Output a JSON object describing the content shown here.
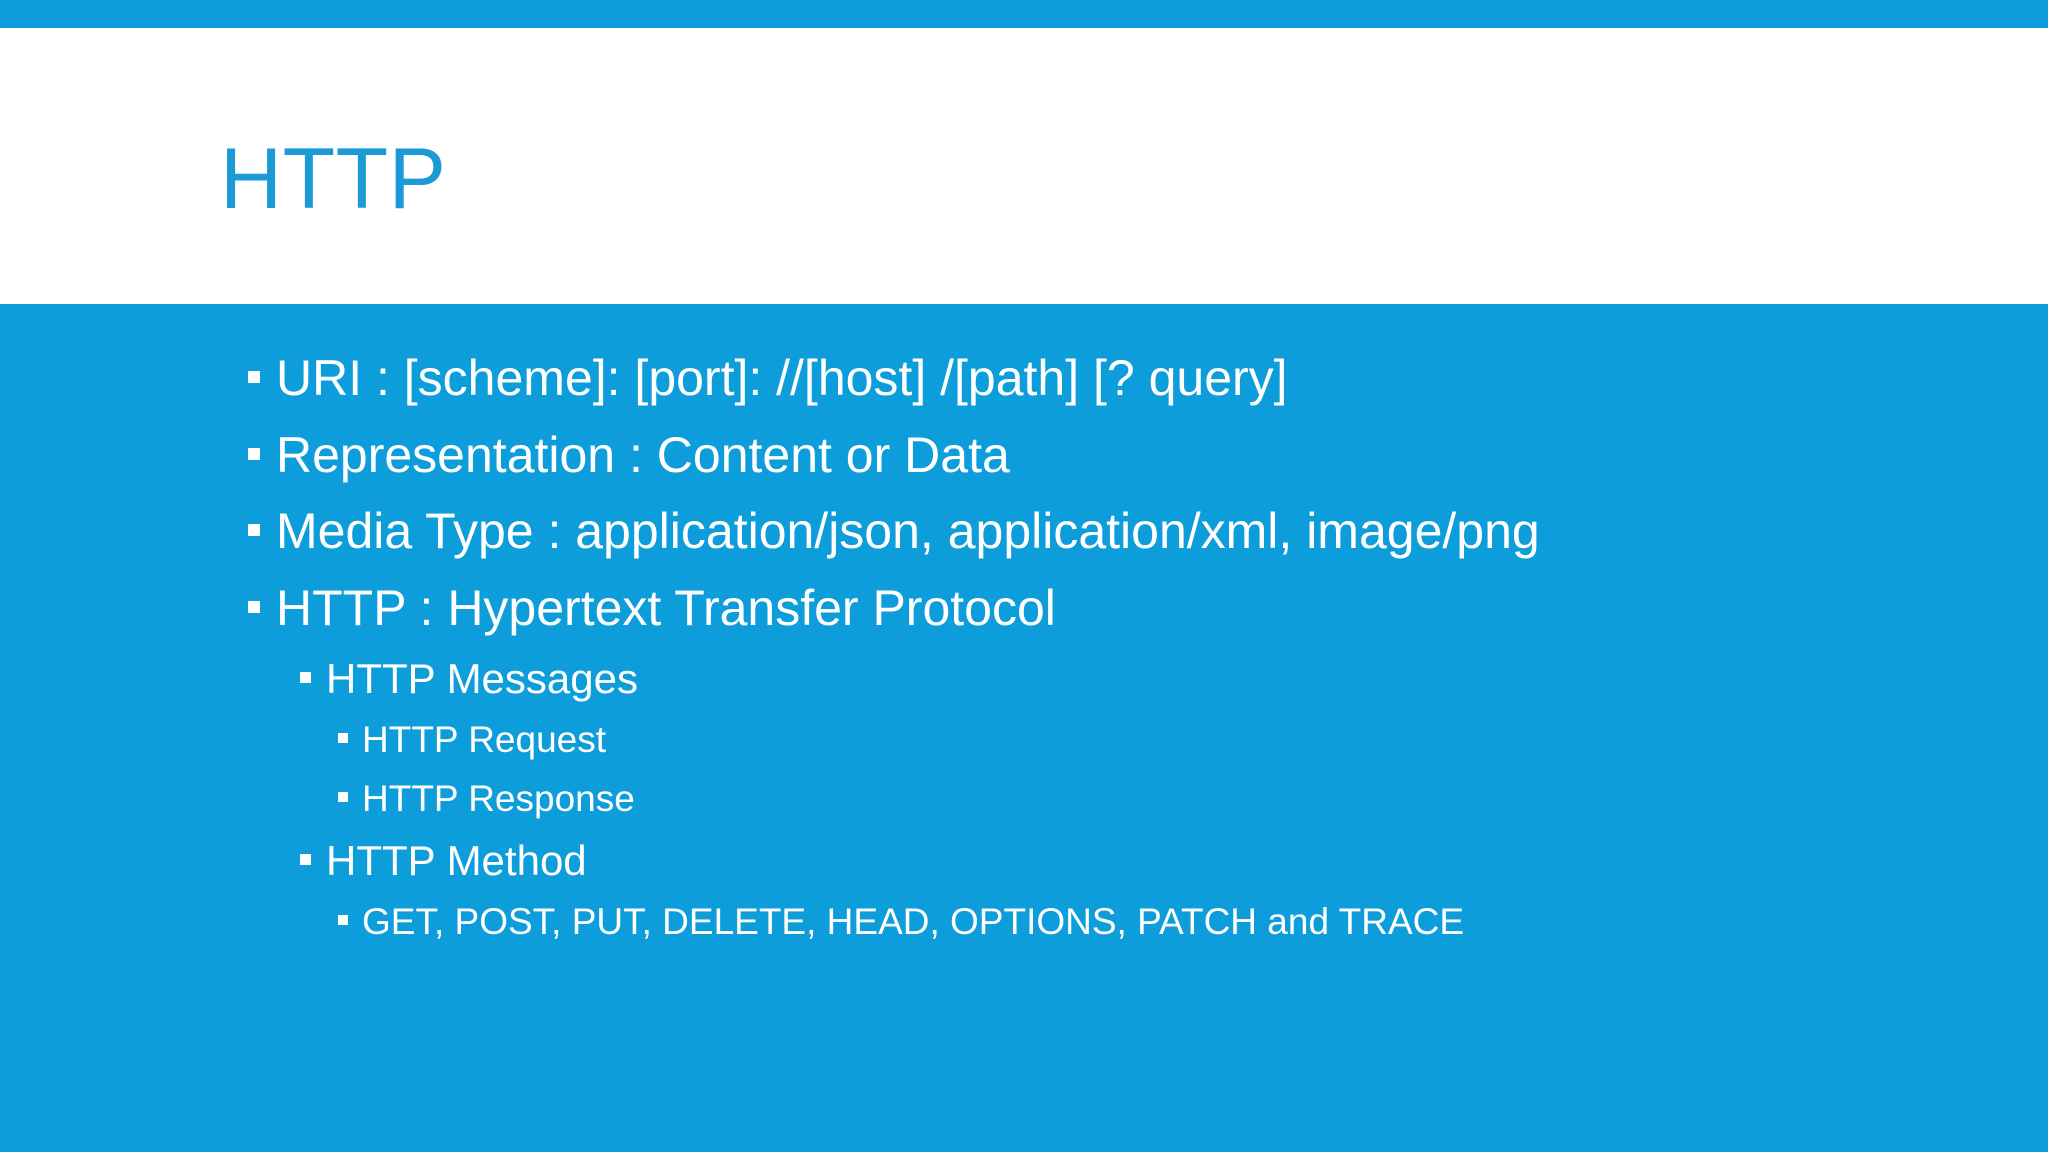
{
  "slide": {
    "title": "HTTP",
    "colors": {
      "accent_blue": "#0d9ddb",
      "title_blue": "#1b9ad6",
      "body_background": "#0d9ddb",
      "title_background": "#ffffff",
      "bullet_text": "#ffffff"
    },
    "bullets": [
      {
        "level": 1,
        "text": "URI : [scheme]: [port]: //[host] /[path] [? query]"
      },
      {
        "level": 1,
        "text": "Representation : Content or Data"
      },
      {
        "level": 1,
        "text": "Media Type : application/json, application/xml, image/png"
      },
      {
        "level": 1,
        "text": "HTTP : Hypertext Transfer Protocol"
      },
      {
        "level": 2,
        "text": "HTTP Messages"
      },
      {
        "level": 3,
        "text": "HTTP Request"
      },
      {
        "level": 3,
        "text": "HTTP Response"
      },
      {
        "level": 2,
        "text": "HTTP Method"
      },
      {
        "level": 3,
        "text": "GET, POST, PUT, DELETE, HEAD, OPTIONS, PATCH and TRACE"
      }
    ]
  }
}
